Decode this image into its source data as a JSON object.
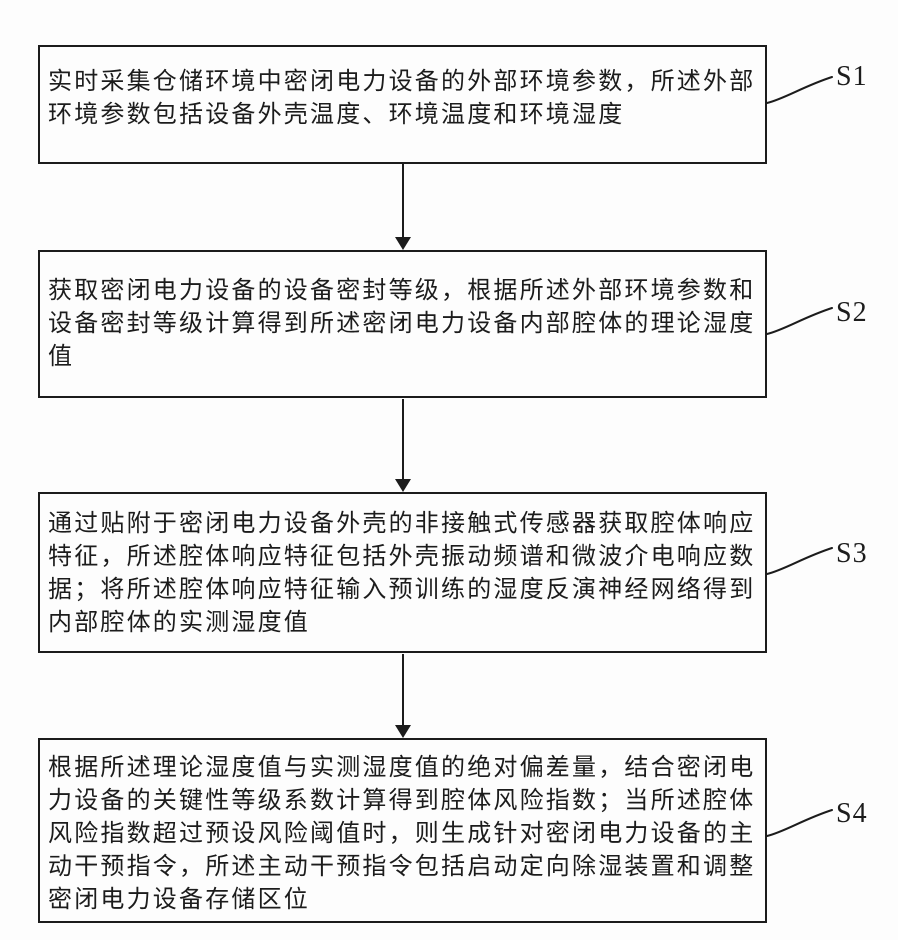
{
  "figure": {
    "type": "flowchart",
    "ink_color": "#1c1c1c",
    "background_color": "#fdfdfd",
    "steps": [
      {
        "label": "S1",
        "text": "实时采集仓储环境中密闭电力设备的外部环境参数，所述外部\n环境参数包括设备外壳温度、环境温度和环境湿度"
      },
      {
        "label": "S2",
        "text": "获取密闭电力设备的设备密封等级，根据所述外部环境参数和\n设备密封等级计算得到所述密闭电力设备内部腔体的理论湿度\n值"
      },
      {
        "label": "S3",
        "text": "通过贴附于密闭电力设备外壳的非接触式传感器获取腔体响应\n特征，所述腔体响应特征包括外壳振动频谱和微波介电响应数\n据；将所述腔体响应特征输入预训练的湿度反演神经网络得到\n内部腔体的实测湿度值"
      },
      {
        "label": "S4",
        "text": "根据所述理论湿度值与实测湿度值的绝对偏差量，结合密闭电\n力设备的关键性等级系数计算得到腔体风险指数；当所述腔体\n风险指数超过预设风险阈值时，则生成针对密闭电力设备的主\n动干预指令，所述主动干预指令包括启动定向除湿装置和调整\n密闭电力设备存储区位"
      }
    ]
  }
}
